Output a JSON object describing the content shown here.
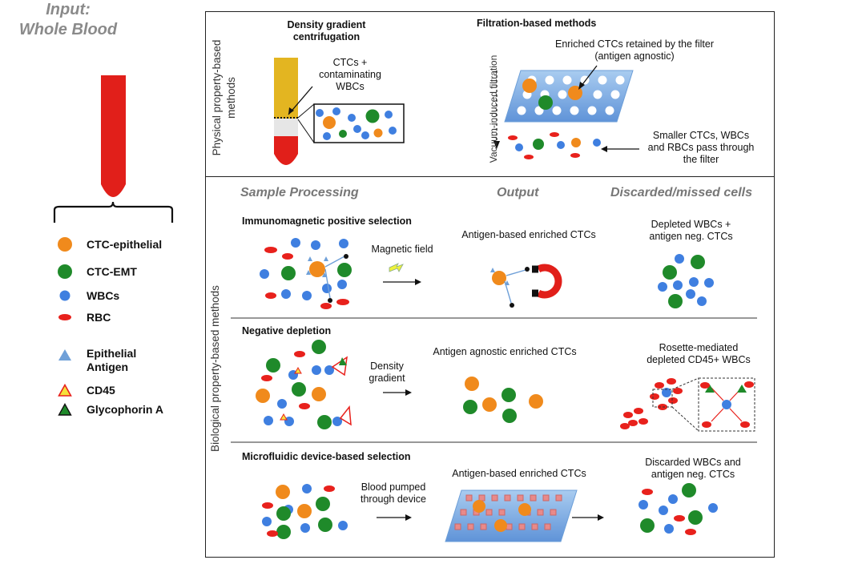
{
  "input": {
    "line1": "Input:",
    "line2": "Whole Blood"
  },
  "legend": [
    {
      "label": "CTC-epithelial",
      "icon": "orange-circle-icon",
      "color": "#f08a1c"
    },
    {
      "label": "CTC-EMT",
      "icon": "green-circle-icon",
      "color": "#1f8a2a"
    },
    {
      "label": "WBCs",
      "icon": "blue-circle-icon",
      "color": "#3f7fe0"
    },
    {
      "label": "RBC",
      "icon": "red-ellipse-icon",
      "color": "#e8211c"
    },
    {
      "label": "Epithelial\nAntigen",
      "icon": "blue-triangle-icon",
      "color": "#6fa0d8"
    },
    {
      "label": "CD45",
      "icon": "yellow-triangle-icon",
      "color": "#f5e23a"
    },
    {
      "label": "Glycophorin A",
      "icon": "green-triangle-icon",
      "color": "#1f8a2a"
    }
  ],
  "physical": {
    "side_label": "Physical property-based\nmethods",
    "density": {
      "title": "Density gradient\ncentrifugation",
      "callout": "CTCs +\ncontaminating\nWBCs"
    },
    "filtration": {
      "title": "Filtration-based methods",
      "retained": "Enriched CTCs retained by the filter\n(antigen agnostic)",
      "vacuum": "Vacuum-induced filtration",
      "pass": "Smaller CTCs, WBCs\nand RBCs pass through\nthe filter"
    }
  },
  "biological": {
    "side_label": "Biological property-based methods",
    "headers": {
      "processing": "Sample Processing",
      "output": "Output",
      "discarded": "Discarded/missed cells"
    },
    "immuno": {
      "title": "Immunomagnetic positive selection",
      "arrow": "Magnetic field",
      "output": "Antigen-based enriched CTCs",
      "discarded": "Depleted WBCs +\nantigen neg. CTCs"
    },
    "negative": {
      "title": "Negative depletion",
      "arrow": "Density\ngradient",
      "output": "Antigen agnostic enriched CTCs",
      "discarded": "Rosette-mediated\ndepleted CD45+ WBCs"
    },
    "microfluidic": {
      "title": "Microfluidic device-based selection",
      "arrow": "Blood pumped\nthrough device",
      "output": "Antigen-based enriched CTCs",
      "discarded": "Discarded WBCs and\nantigen neg. CTCs"
    }
  },
  "colors": {
    "orange": "#f08a1c",
    "green": "#1f8a2a",
    "blue": "#3f7fe0",
    "red": "#e8211c",
    "plasma": "#e3b521",
    "filter": "#8cb7e8"
  }
}
